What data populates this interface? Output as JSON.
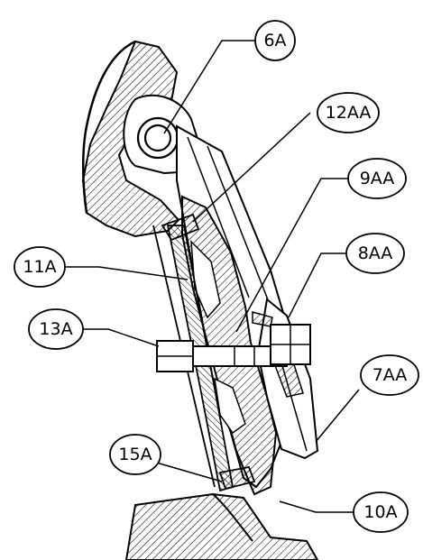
{
  "figure": {
    "line_color": "#000000",
    "background": "#ffffff",
    "callouts": [
      {
        "id": "6a",
        "label": "6A"
      },
      {
        "id": "12aa",
        "label": "12AA"
      },
      {
        "id": "9aa",
        "label": "9AA"
      },
      {
        "id": "8aa",
        "label": "8AA"
      },
      {
        "id": "11a",
        "label": "11A"
      },
      {
        "id": "13a",
        "label": "13A"
      },
      {
        "id": "7aa",
        "label": "7AA"
      },
      {
        "id": "15a",
        "label": "15A"
      },
      {
        "id": "10a",
        "label": "10A"
      }
    ]
  }
}
